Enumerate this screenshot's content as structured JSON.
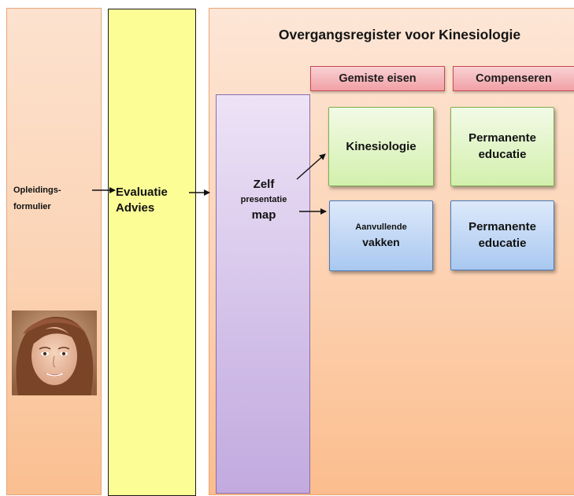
{
  "title": "Overgangsregister voor Kinesiologie",
  "headers": {
    "missing": "Gemiste eisen",
    "compensate": "Compenseren"
  },
  "left": {
    "form_line1": "Opleidings-",
    "form_line2": "formulier"
  },
  "evaluation": {
    "line1": "Evaluatie",
    "line2": "Advies"
  },
  "self_presentation": {
    "line1": "Zelf",
    "line2": "presentatie",
    "line3": "map"
  },
  "boxes": {
    "kinesiology": "Kinesiologie",
    "permanent1_line1": "Permanente",
    "permanent1_line2": "educatie",
    "additional_line1": "Aanvullende",
    "additional_line2": "vakken",
    "permanent2_line1": "Permanente",
    "permanent2_line2": "educatie"
  },
  "colors": {
    "left_panel": "#fbd3b4",
    "evaluation_panel": "#fdfd96",
    "self_presentation_panel": "#d2bfe8",
    "header_fill": "#f1a0a6",
    "green_box": "#d3f0ad",
    "blue_box": "#a9c8f0"
  },
  "icons": {
    "photo": "portrait-photo"
  }
}
